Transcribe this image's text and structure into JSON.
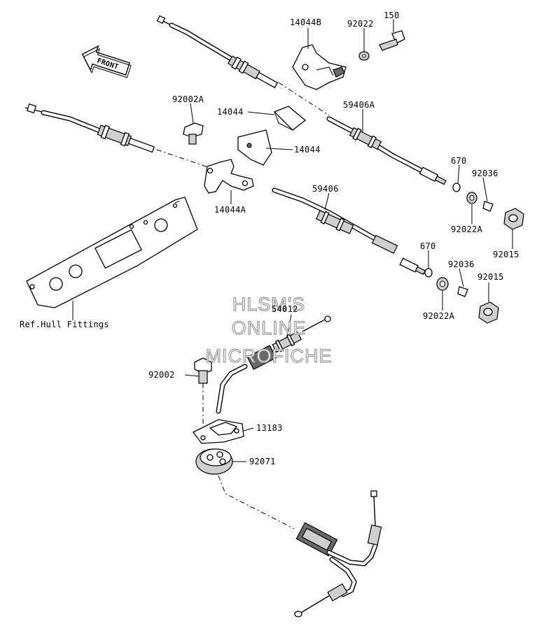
{
  "diagram": {
    "front_marker": "FRONT",
    "watermark": [
      "HLSM'S",
      "ONLINE",
      "MICROFICHE"
    ],
    "callouts": [
      {
        "id": "c-14044B",
        "text": "14044B"
      },
      {
        "id": "c-92022",
        "text": "92022"
      },
      {
        "id": "c-150",
        "text": "150"
      },
      {
        "id": "c-92002A",
        "text": "92002A"
      },
      {
        "id": "c-14044-top",
        "text": "14044"
      },
      {
        "id": "c-59406A",
        "text": "59406A"
      },
      {
        "id": "c-14044-mid",
        "text": "14044"
      },
      {
        "id": "c-670-top",
        "text": "670"
      },
      {
        "id": "c-92036-top",
        "text": "92036"
      },
      {
        "id": "c-59406",
        "text": "59406"
      },
      {
        "id": "c-14044A",
        "text": "14044A"
      },
      {
        "id": "c-92022A-top",
        "text": "92022A"
      },
      {
        "id": "c-92015-top",
        "text": "92015"
      },
      {
        "id": "c-670-bot",
        "text": "670"
      },
      {
        "id": "c-92036-bot",
        "text": "92036"
      },
      {
        "id": "c-92015-bot",
        "text": "92015"
      },
      {
        "id": "c-92022A-bot",
        "text": "92022A"
      },
      {
        "id": "c-54012",
        "text": "54012"
      },
      {
        "id": "c-ref-hull",
        "text": "Ref.Hull Fittings"
      },
      {
        "id": "c-92002",
        "text": "92002"
      },
      {
        "id": "c-13183",
        "text": "13183"
      },
      {
        "id": "c-92071",
        "text": "92071"
      }
    ]
  }
}
